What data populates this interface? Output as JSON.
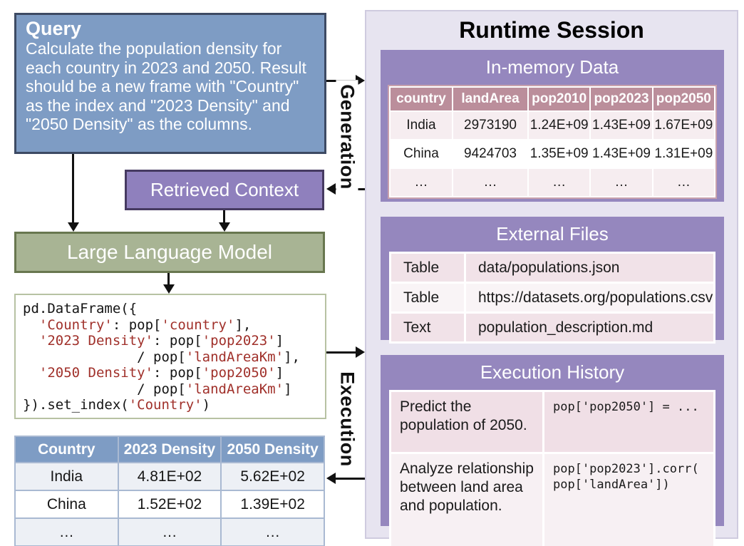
{
  "query": {
    "title": "Query",
    "body": "Calculate the population density for each country in 2023 and 2050. Result should be a new frame with \"Country\" as the index and \"2023 Density\" and \"2050 Density\" as the columns."
  },
  "retrieved_context": {
    "label": "Retrieved Context"
  },
  "llm": {
    "label": "Large Language Model"
  },
  "code": {
    "lines": [
      [
        {
          "s": 0,
          "v": "pd.DataFrame({"
        }
      ],
      [
        {
          "s": 0,
          "v": "  "
        },
        {
          "s": 1,
          "v": "'Country'"
        },
        {
          "s": 0,
          "v": ": pop["
        },
        {
          "s": 1,
          "v": "'country'"
        },
        {
          "s": 0,
          "v": "],"
        }
      ],
      [
        {
          "s": 0,
          "v": "  "
        },
        {
          "s": 1,
          "v": "'2023 Density'"
        },
        {
          "s": 0,
          "v": ": pop["
        },
        {
          "s": 1,
          "v": "'pop2023'"
        },
        {
          "s": 0,
          "v": "]"
        }
      ],
      [
        {
          "s": 0,
          "v": "              / pop["
        },
        {
          "s": 1,
          "v": "'landAreaKm'"
        },
        {
          "s": 0,
          "v": "],"
        }
      ],
      [
        {
          "s": 0,
          "v": "  "
        },
        {
          "s": 1,
          "v": "'2050 Density'"
        },
        {
          "s": 0,
          "v": ": pop["
        },
        {
          "s": 1,
          "v": "'pop2050'"
        },
        {
          "s": 0,
          "v": "]"
        }
      ],
      [
        {
          "s": 0,
          "v": "              / pop["
        },
        {
          "s": 1,
          "v": "'landAreaKm'"
        },
        {
          "s": 0,
          "v": "]"
        }
      ],
      [
        {
          "s": 0,
          "v": "}).set_index("
        },
        {
          "s": 1,
          "v": "'Country'"
        },
        {
          "s": 0,
          "v": ")"
        }
      ]
    ]
  },
  "result_table": {
    "headers": [
      "Country",
      "2023 Density",
      "2050 Density"
    ],
    "rows": [
      [
        "India",
        "4.81E+02",
        "5.62E+02"
      ],
      [
        "China",
        "1.52E+02",
        "1.39E+02"
      ],
      [
        "…",
        "…",
        "…"
      ]
    ]
  },
  "flow": {
    "generation": "Generation",
    "execution": "Execution"
  },
  "runtime_session": {
    "title": "Runtime Session",
    "in_memory_data": {
      "title": "In-memory Data",
      "headers": [
        "country",
        "landArea",
        "pop2010",
        "pop2023",
        "pop2050"
      ],
      "rows": [
        [
          "India",
          "2973190",
          "1.24E+09",
          "1.43E+09",
          "1.67E+09"
        ],
        [
          "China",
          "9424703",
          "1.35E+09",
          "1.43E+09",
          "1.31E+09"
        ],
        [
          "…",
          "…",
          "…",
          "…",
          "…"
        ]
      ]
    },
    "external_files": {
      "title": "External Files",
      "rows": [
        {
          "type": "Table",
          "path": "data/populations.json"
        },
        {
          "type": "Table",
          "path": "https://datasets.org/populations.csv"
        },
        {
          "type": "Text",
          "path": "population_description.md"
        }
      ]
    },
    "execution_history": {
      "title": "Execution History",
      "rows": [
        {
          "task": "Predict the population of 2050.",
          "code": "pop['pop2050'] = ..."
        },
        {
          "task": "Analyze relationship between land area and population.",
          "code": "pop['pop2023'].corr(\npop['landArea'])"
        }
      ]
    }
  },
  "colors": {
    "query_box": "#7e9cc4",
    "context_box": "#8f80bd",
    "llm_box": "#a8b494",
    "code_border": "#b7c2a3",
    "code_string": "#a0302a",
    "blue_table_header": "#7e9cc4",
    "panel_bg": "#e7e4f0",
    "card_purple": "#9587be",
    "pink_table_header": "#bb8e9b",
    "arrow": "#111111"
  }
}
